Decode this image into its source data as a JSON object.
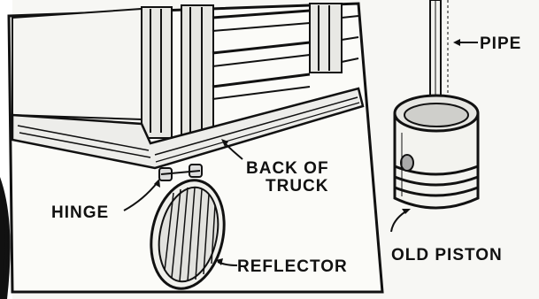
{
  "labels": {
    "pipe": "PIPE",
    "back_of_truck_line1": "BACK OF",
    "back_of_truck_line2": "TRUCK",
    "hinge": "HINGE",
    "reflector": "REFLECTOR",
    "old_piston": "OLD PISTON"
  },
  "colors": {
    "ink": "#111111",
    "paper": "#f7f7f4"
  }
}
